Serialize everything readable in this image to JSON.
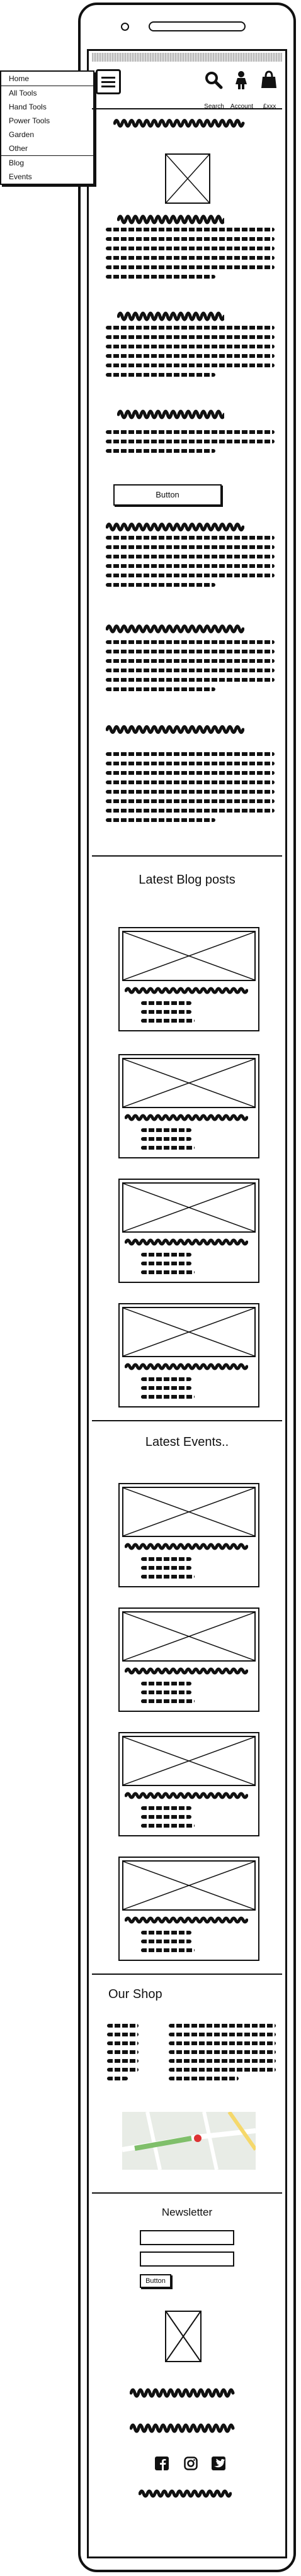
{
  "header": {
    "search_label": "Search",
    "account_label": "Account",
    "basket_label": "£xxx",
    "menu_icon": "hamburger-icon",
    "search_icon": "search-icon",
    "account_icon": "user-icon",
    "basket_icon": "bag-icon"
  },
  "menu": {
    "items": [
      "Home",
      "All Tools",
      "Hand Tools",
      "Power Tools",
      "Garden",
      "Other",
      "Blog",
      "Events"
    ]
  },
  "main": {
    "button_label": "Button"
  },
  "blog": {
    "title": "Latest Blog posts"
  },
  "events": {
    "title": "Latest Events.."
  },
  "shop": {
    "title": "Our Shop"
  },
  "newsletter": {
    "title": "Newsletter",
    "button_label": "Button"
  },
  "footer": {
    "social_icons": [
      "facebook-icon",
      "instagram-icon",
      "twitter-icon"
    ]
  }
}
